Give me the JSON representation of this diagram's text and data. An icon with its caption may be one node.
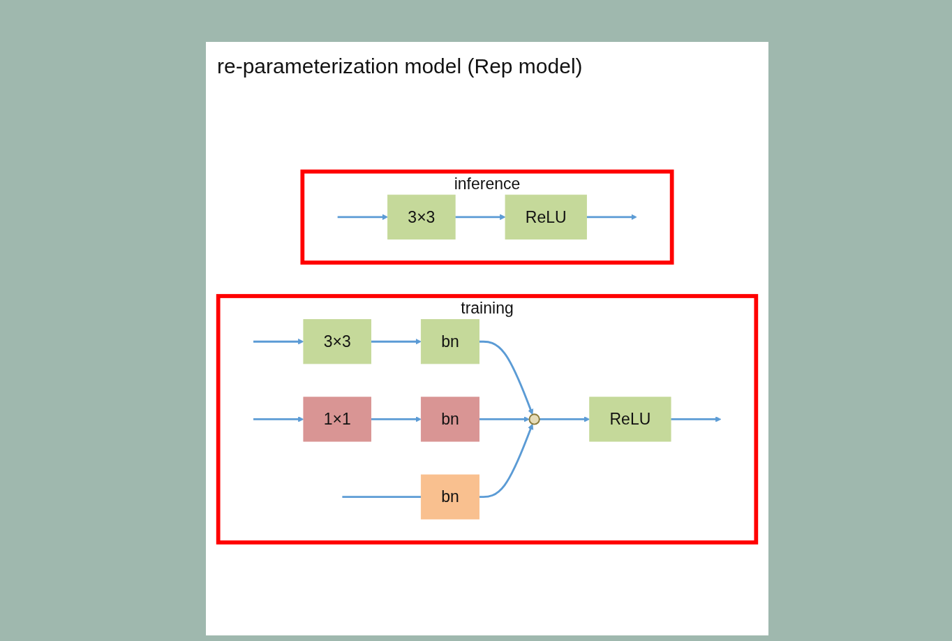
{
  "diagram": {
    "title": "re-parameterization model (Rep model)",
    "nodes": [
      {
        "text": [
          "training"
        ]
      },
      {
        "text": [
          "3×3"
        ],
        "in": 0
      },
      {
        "text": [
          "bn"
        ],
        "in": 0
      },
      {
        "text": [
          "1×1"
        ],
        "in": 0
      },
      {
        "text": [
          "bn"
        ],
        "in": 0
      },
      {
        "text": [
          "bn"
        ],
        "in": 0
      },
      {
        "text": [],
        "shape": "circle",
        "in": 0
      },
      {
        "text": [
          "ReLU"
        ],
        "in": 0
      },
      {
        "text": [
          "inference"
        ]
      },
      {
        "text": [
          "3×3"
        ],
        "in": 8
      },
      {
        "text": [
          "ReLU"
        ],
        "in": 8
      }
    ],
    "edges": [
      {
        "from": null,
        "to": 1,
        "arrow": "to"
      },
      {
        "from": null,
        "to": 3,
        "arrow": "to"
      },
      {
        "from": null,
        "to": 5,
        "arrow": "none"
      },
      {
        "from": 1,
        "to": 2,
        "arrow": "to"
      },
      {
        "from": 3,
        "to": 4,
        "arrow": "to"
      },
      {
        "from": 2,
        "to": 6,
        "arrow": "to"
      },
      {
        "from": 4,
        "to": 6,
        "arrow": "to"
      },
      {
        "from": 5,
        "to": 6,
        "arrow": "to"
      },
      {
        "from": 6,
        "to": 7,
        "arrow": "to"
      },
      {
        "from": 7,
        "to": null,
        "arrow": "to"
      },
      {
        "from": null,
        "to": 9,
        "arrow": "to"
      },
      {
        "from": 9,
        "to": 10,
        "arrow": "to"
      },
      {
        "from": 10,
        "to": null,
        "arrow": "to"
      }
    ]
  }
}
